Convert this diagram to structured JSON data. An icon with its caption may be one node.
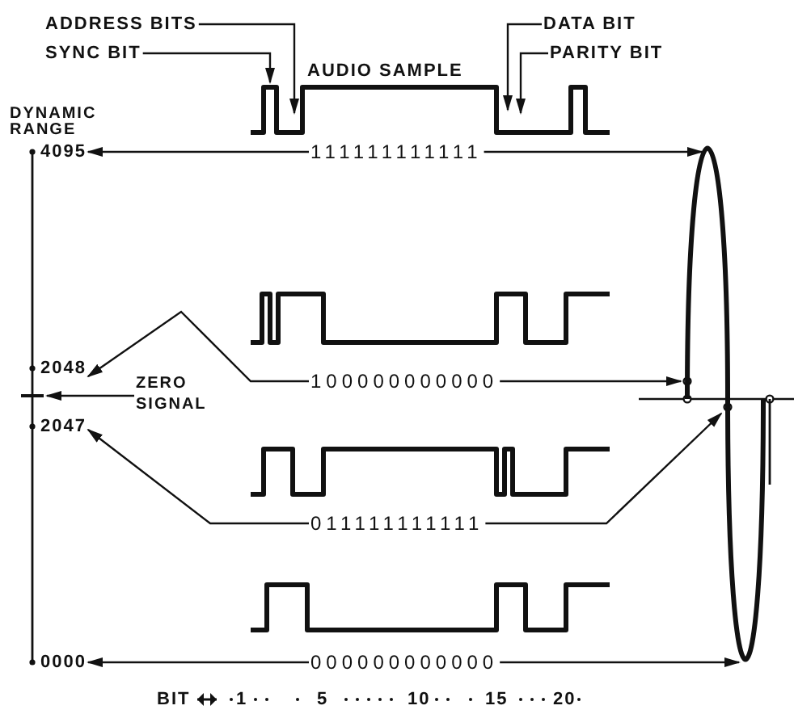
{
  "diagram": {
    "nodes": [
      {
        "text": [
          "ADDRESS BITS"
        ]
      },
      {
        "text": [
          "SYNC BIT"
        ]
      },
      {
        "text": [
          "DATA BIT"
        ]
      },
      {
        "text": [
          "PARITY BIT"
        ]
      },
      {
        "text": [],
        "shape": "picture"
      },
      {
        "text": [
          "4095"
        ]
      },
      {
        "text": [
          "111111111111"
        ]
      },
      {
        "text": [],
        "shape": "picture"
      },
      {
        "text": [],
        "shape": "picture"
      },
      {
        "text": [
          "2048"
        ]
      },
      {
        "text": [
          "ZERO SIGNAL"
        ]
      },
      {
        "text": [
          "100000000000"
        ]
      },
      {
        "text": [
          "2047"
        ]
      },
      {
        "text": [],
        "shape": "picture"
      },
      {
        "text": [
          "011111111111"
        ]
      },
      {
        "text": [],
        "shape": "picture"
      },
      {
        "text": [
          "0000"
        ]
      },
      {
        "text": [
          "000000000000"
        ]
      },
      {
        "text": [],
        "shape": "bar"
      }
    ],
    "edges": [
      {
        "from": 0,
        "to": 4,
        "arrow": "to"
      },
      {
        "from": 1,
        "to": 4,
        "arrow": "to"
      },
      {
        "from": 2,
        "to": 4,
        "arrow": "to"
      },
      {
        "from": 3,
        "to": 4,
        "arrow": "to"
      },
      {
        "from": 6,
        "to": 5,
        "arrow": "to"
      },
      {
        "from": 6,
        "to": 7,
        "arrow": "to"
      },
      {
        "from": 11,
        "to": 9,
        "arrow": "to"
      },
      {
        "from": 11,
        "to": 7,
        "arrow": "to"
      },
      {
        "from": 10,
        "to": 18,
        "arrow": "to"
      },
      {
        "from": 14,
        "to": 12,
        "arrow": "to"
      },
      {
        "from": 14,
        "to": 7,
        "arrow": "to"
      },
      {
        "from": 17,
        "to": 16,
        "arrow": "to"
      },
      {
        "from": 17,
        "to": 7,
        "arrow": "to"
      }
    ],
    "labels": [
      "DYNAMIC RANGE",
      "AUDIO SAMPLE",
      "BIT",
      "1",
      "5",
      "10",
      "15",
      "20"
    ]
  }
}
